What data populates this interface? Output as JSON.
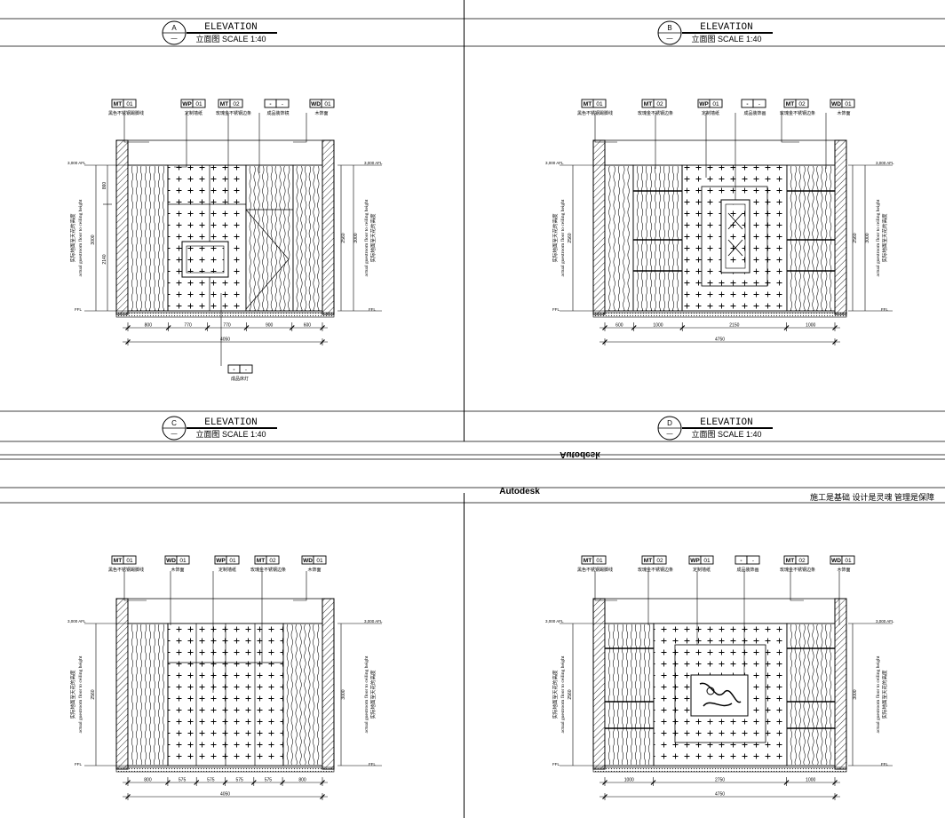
{
  "titles": {
    "elevation": "ELEVATION",
    "scale_line": "立面图 SCALE 1:40",
    "dash": "—",
    "letters": [
      "A",
      "B",
      "C",
      "D"
    ]
  },
  "ribbon": {
    "mirrored_brand": "Autodesk",
    "brand": "Autodesk",
    "slogan": "施工是基础 设计是灵魂 管理是保障"
  },
  "dims": {
    "top_level": "3,000 AFL",
    "bottom_level": "FFL",
    "ceiling_label_en": "actual guestroom floor to ceiling height",
    "ceiling_label_cn": "实际地面至天花的高度",
    "a": {
      "h_total": "3000",
      "h_left": "2140",
      "h_top": "860",
      "h_right": "2560",
      "h_right2": "3000",
      "widths": [
        "800",
        "770",
        "770",
        "900",
        "600"
      ],
      "overall": "4050"
    },
    "b": {
      "h_left": "2560",
      "h_right": "2560",
      "h_right2": "3000",
      "widths": [
        "600",
        "1000",
        "2150",
        "1000"
      ],
      "overall": "4750"
    },
    "c": {
      "h_left": "2560",
      "h_right": "3000",
      "widths": [
        "800",
        "575",
        "575",
        "575",
        "575",
        "800"
      ],
      "overall": "4050"
    },
    "d": {
      "h_left": "2560",
      "h_right": "3000",
      "widths": [
        "1000",
        "2750",
        "1000"
      ],
      "overall": "4750"
    }
  },
  "tags": {
    "mt01": {
      "code": "MT",
      "num": "01"
    },
    "mt02": {
      "code": "MT",
      "num": "02"
    },
    "wp01": {
      "code": "WP",
      "num": "01"
    },
    "wd01": {
      "code": "WD",
      "num": "01"
    },
    "blank": {
      "code": "-",
      "num": "-"
    }
  },
  "notes": {
    "mt01": "黑色不锈钢踢脚线",
    "mt02": "玫瑰金不锈钢边条",
    "wp01": "定制墙纸",
    "wd01": "木饰面",
    "mirror": "成品装饰镜",
    "art": "成品装饰画",
    "fixture": "成品床灯"
  },
  "colors": {
    "ink": "#000000",
    "hatch": "#555555",
    "paper": "#ffffff"
  }
}
